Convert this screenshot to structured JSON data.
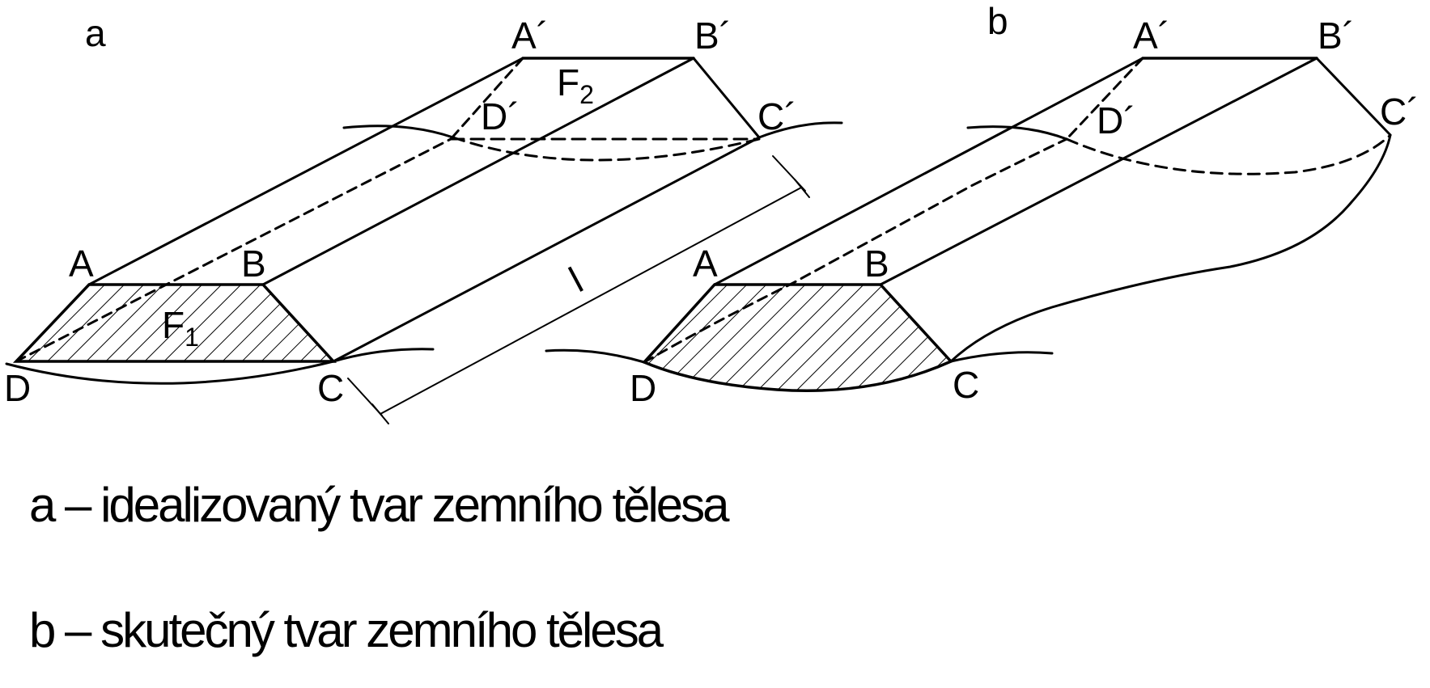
{
  "panel_a": {
    "label": "a",
    "points": {
      "A": "A",
      "B": "B",
      "C": "C",
      "D": "D",
      "A2": "A´",
      "B2": "B´",
      "C2": "C´",
      "D2": "D´"
    },
    "area_front": "F",
    "area_front_sub": "1",
    "area_back": "F",
    "area_back_sub": "2",
    "length": "l"
  },
  "panel_b": {
    "label": "b",
    "points": {
      "A": "A",
      "B": "B",
      "C": "C",
      "D": "D",
      "A2": "A´",
      "B2": "B´",
      "C2": "C´",
      "D2": "D´"
    }
  },
  "captions": {
    "a": "a – idealizovaný tvar zemního tělesa",
    "b": "b – skutečný tvar zemního tělesa"
  },
  "colors": {
    "ink": "#000000",
    "background": "#ffffff"
  }
}
